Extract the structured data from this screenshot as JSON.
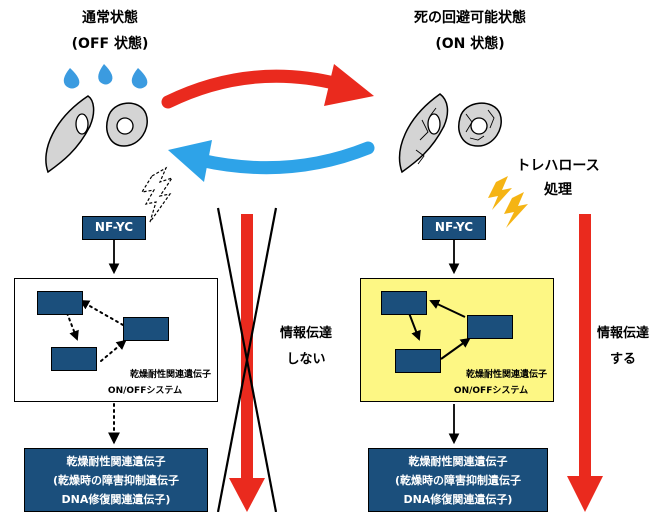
{
  "left": {
    "title": "通常状態",
    "subtitle": "(OFF 状態)",
    "nfyc_label": "NF-YC",
    "system_label_1": "乾燥耐性関連遺伝子",
    "system_label_2": "ON/OFFシステム",
    "output_lines": [
      "乾燥耐性関連遺伝子",
      "(乾燥時の障害抑制遺伝子",
      "DNA修復関連遺伝子)"
    ],
    "middle_label_1": "情報伝達",
    "middle_label_2": "しない"
  },
  "right": {
    "title": "死の回避可能状態",
    "subtitle": "(ON 状態)",
    "trehalose_1": "トレハロース",
    "trehalose_2": "処理",
    "nfyc_label": "NF-YC",
    "system_label_1": "乾燥耐性関連遺伝子",
    "system_label_2": "ON/OFFシステム",
    "output_lines": [
      "乾燥耐性関連遺伝子",
      "(乾燥時の障害抑制遺伝子",
      "DNA修復関連遺伝子)"
    ],
    "side_label_1": "情報伝達",
    "side_label_2": "する"
  },
  "colors": {
    "navy": "#1b4f7c",
    "red_arrow": "#ea2a1e",
    "blue_arrow": "#2ea3e8",
    "droplet": "#3b9be0",
    "highlight_panel": "#fdf784",
    "lightning": "#f5b414",
    "cell_fill": "#d4d4d4"
  },
  "icons": [
    "water-droplet-icon",
    "lightning-bolt-icon",
    "cell-icon",
    "cross-mark-icon"
  ]
}
